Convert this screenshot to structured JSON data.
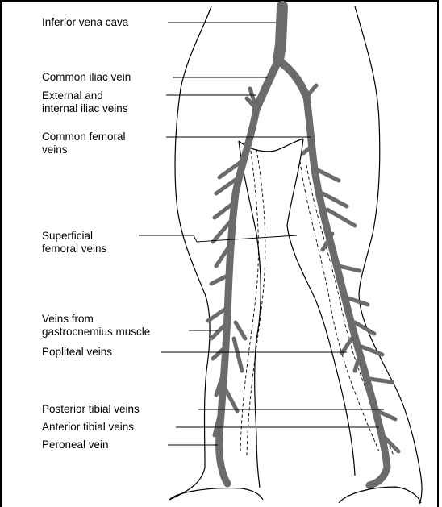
{
  "colors": {
    "vein": "#6b6b6b",
    "outline": "#000000",
    "background": "#ffffff"
  },
  "labels": {
    "inferior_vena_cava": "Inferior vena cava",
    "common_iliac_vein": "Common iliac vein",
    "external_internal_iliac_line1": "External and",
    "external_internal_iliac_line2": "internal iliac veins",
    "common_femoral_line1": "Common femoral",
    "common_femoral_line2": "veins",
    "superficial_femoral_line1": "Superficial",
    "superficial_femoral_line2": "femoral veins",
    "gastrocnemius_line1": "Veins from",
    "gastrocnemius_line2": "gastrocnemius muscle",
    "popliteal": "Popliteal veins",
    "posterior_tibial": "Posterior tibial veins",
    "anterior_tibial": "Anterior tibial veins",
    "peroneal": "Peroneal vein"
  }
}
